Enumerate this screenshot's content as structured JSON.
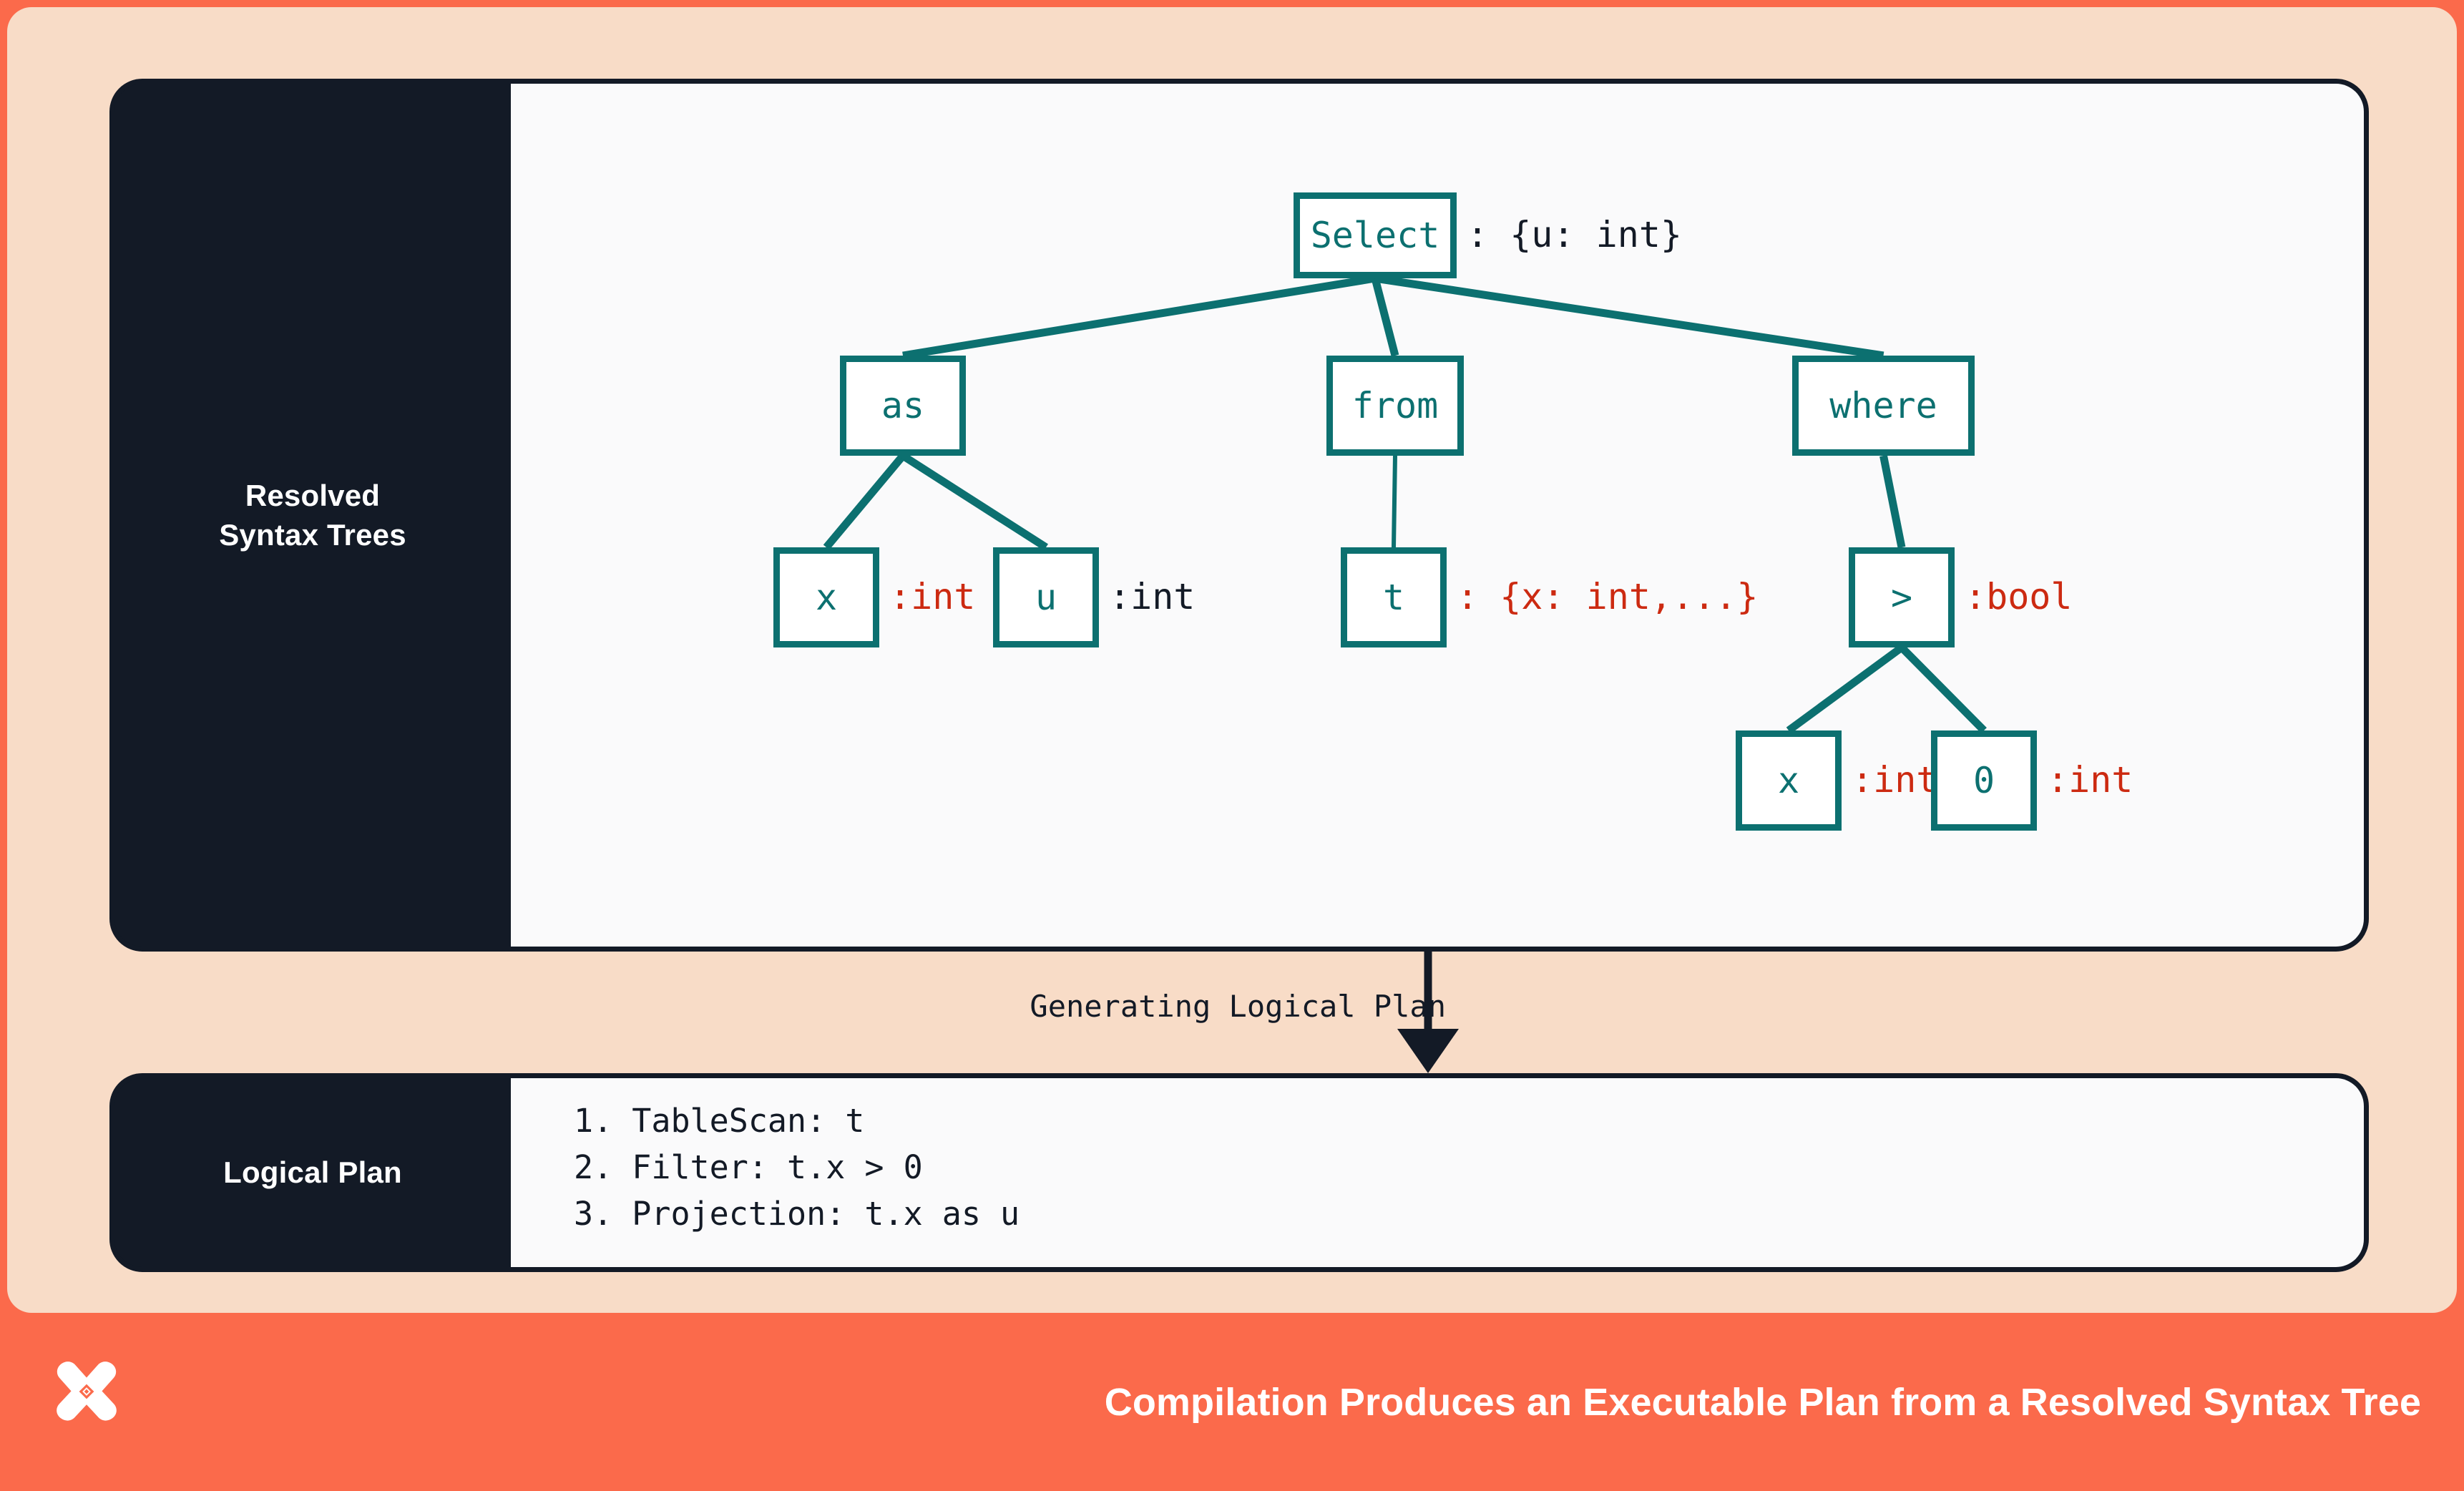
{
  "palette": {
    "page_orange": "#FB6A4B",
    "board_peach": "#F8DCC7",
    "panel_dark": "#131A26",
    "canvas_white": "#FAFAFB",
    "node_teal": "#0C7070",
    "annotation_red": "#CC2A11",
    "annotation_dark": "#131A26",
    "footer_text": "#FFFFFF"
  },
  "sections": {
    "rst": {
      "rail_line1": "Resolved",
      "rail_line2": "Syntax Trees"
    },
    "logical_plan": {
      "rail_label": "Logical Plan"
    }
  },
  "connector": {
    "label": "Generating Logical Plan",
    "arrow": "down-arrow"
  },
  "tree": {
    "nodes": [
      {
        "id": "select",
        "label": "Select",
        "annotation": ": {u: int}",
        "annotation_color": "dark"
      },
      {
        "id": "as",
        "label": "as",
        "annotation": "",
        "annotation_color": ""
      },
      {
        "id": "from",
        "label": "from",
        "annotation": "",
        "annotation_color": ""
      },
      {
        "id": "where",
        "label": "where",
        "annotation": "",
        "annotation_color": ""
      },
      {
        "id": "as-x",
        "label": "x",
        "annotation": ":int",
        "annotation_color": "red"
      },
      {
        "id": "as-u",
        "label": "u",
        "annotation": ":int",
        "annotation_color": "dark"
      },
      {
        "id": "from-t",
        "label": "t",
        "annotation": ": {x: int,...}",
        "annotation_color": "red"
      },
      {
        "id": "gt",
        "label": ">",
        "annotation": ":bool",
        "annotation_color": "red"
      },
      {
        "id": "gt-x",
        "label": "x",
        "annotation": ":int",
        "annotation_color": "red"
      },
      {
        "id": "gt-0",
        "label": "0",
        "annotation": ":int",
        "annotation_color": "red"
      }
    ],
    "edges": [
      [
        "select",
        "as"
      ],
      [
        "select",
        "from"
      ],
      [
        "select",
        "where"
      ],
      [
        "as",
        "as-x"
      ],
      [
        "as",
        "as-u"
      ],
      [
        "from",
        "from-t"
      ],
      [
        "where",
        "gt"
      ],
      [
        "gt",
        "gt-x"
      ],
      [
        "gt",
        "gt-0"
      ]
    ]
  },
  "plan": {
    "steps": [
      "1. TableScan: t",
      "2. Filter: t.x > 0",
      "3. Projection: t.x as u"
    ]
  },
  "footer": {
    "title": "Compilation Produces an Executable Plan from a Resolved Syntax Tree",
    "logo": "x-star-logo"
  }
}
